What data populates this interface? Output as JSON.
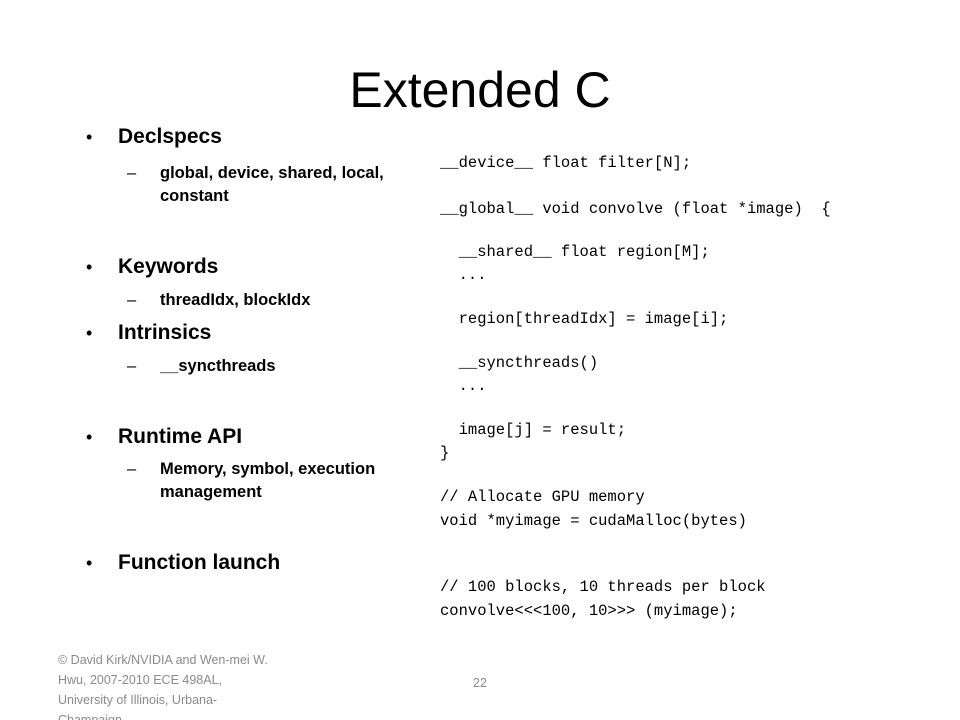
{
  "slide": {
    "title": "Extended C",
    "bullets": [
      {
        "label": "Declspecs",
        "sub": "global, device, shared, local, constant"
      },
      {
        "label": "Keywords",
        "sub": "threadIdx, blockIdx"
      },
      {
        "label": "Intrinsics",
        "sub": "__syncthreads"
      },
      {
        "label": "Runtime API",
        "sub": "Memory, symbol, execution management"
      },
      {
        "label": "Function launch"
      }
    ],
    "bullet_glyph": "•",
    "sub_glyph": "–",
    "code_lines": [
      "__device__ float filter[N];",
      "__global__ void convolve (float *image)  {",
      "  __shared__ float region[M];",
      "  ...",
      "  region[threadIdx] = image[i];",
      "  __syncthreads()",
      "  ...",
      "  image[j] = result;",
      "}",
      "// Allocate GPU memory",
      "void *myimage = cudaMalloc(bytes)",
      "// 100 blocks, 10 threads per block",
      "convolve<<<100, 10>>> (myimage);"
    ],
    "footer": "© David Kirk/NVIDIA and Wen-mei W. Hwu, 2007-2010 ECE 498AL, University of Illinois, Urbana-Champaign",
    "page_number": "22"
  }
}
